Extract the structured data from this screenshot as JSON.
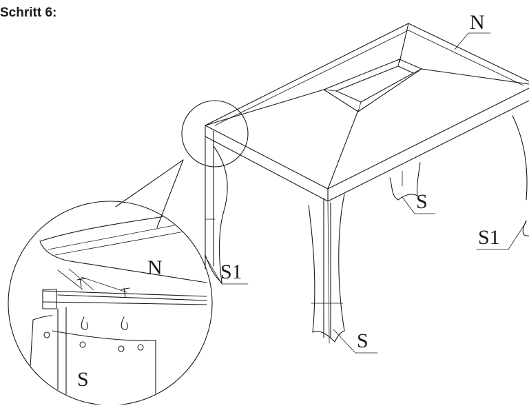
{
  "heading": "Schritt 6:",
  "labels": {
    "roof": "N",
    "side_wall": "S",
    "corner_curtain": "S1"
  },
  "colors": {
    "ink": "#1a1a1a",
    "background": "#ffffff"
  }
}
